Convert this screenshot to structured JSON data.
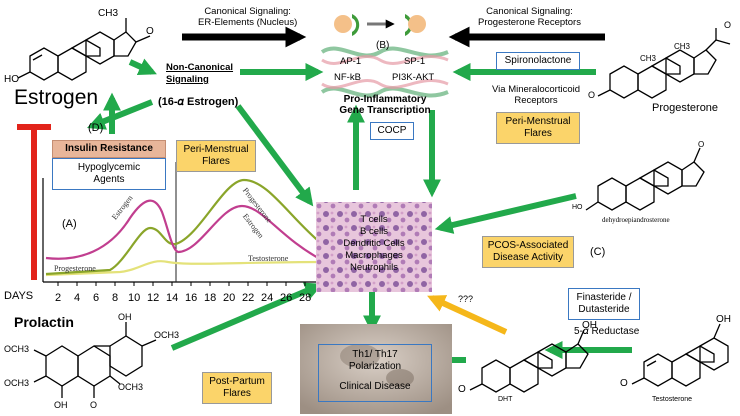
{
  "molecules": {
    "estrogen": "Estrogen",
    "estrogen_methyl": "CH3",
    "estrogen_oh": "HO",
    "progesterone": "Progesterone",
    "progesterone_methyl_1": "CH3",
    "progesterone_methyl_2": "CH3",
    "dhea": "dehydroepiandrosterone",
    "dhea_ho": "HO",
    "dht": "DHT",
    "testosterone": "Testosterone",
    "o_label": "O",
    "oh_label": "OH",
    "och3_label": "OCH3",
    "ho_label": "HO"
  },
  "signaling": {
    "canonical_er": [
      "Canonical Signaling:",
      "ER-Elements (Nucleus)"
    ],
    "canonical_pr": [
      "Canonical Signaling:",
      "Progesterone Receptors"
    ],
    "non_canonical": [
      "Non-Canonical",
      "Signaling"
    ],
    "estrogen_16a": "(16-𝛼 Estrogen)",
    "b_label": "(B)",
    "tf_ap1": "AP-1",
    "tf_sp1": "SP-1",
    "tf_nfkb": "NF-kB",
    "tf_pi3k": "PI3K-AKT",
    "pro_inflammatory": [
      "Pro-Inflammatory",
      "Gene Transcription"
    ],
    "spironolactone": "Spironolactone",
    "via_mineralocorticoid": [
      "Via Mineralocorticoid",
      "Receptors"
    ],
    "cocp": "COCP",
    "peri_menstrual_right": [
      "Peri-Menstrual",
      "Flares"
    ]
  },
  "left_panel": {
    "d_label": "(D)",
    "insulin_resistance": "Insulin Resistance",
    "hypoglycemic": [
      "Hypoglycemic",
      "Agents"
    ],
    "peri_menstrual_mid": [
      "Peri-Menstrual",
      "Flares"
    ],
    "a_label": "(A)",
    "days": "DAYS",
    "prolactin": "Prolactin",
    "curve_estrogen_1": "Estrogen",
    "curve_progesterone_top": "Progesterone",
    "curve_estrogen_2": "Estrogen",
    "curve_progesterone_bottom": "Progesterone",
    "curve_testosterone": "Testosterone",
    "day_ticks": [
      "2",
      "4",
      "6",
      "8",
      "10",
      "12",
      "14",
      "16",
      "18",
      "20",
      "22",
      "24",
      "26",
      "28"
    ]
  },
  "cells": {
    "items": [
      "T cells",
      "B cells",
      "Dendritic Cells",
      "Macrophages",
      "Neutrophils"
    ]
  },
  "right_panel": {
    "pcos": [
      "PCOS-Associated",
      "Disease Activity"
    ],
    "c_label": "(C)",
    "question": "???",
    "finasteride": [
      "Finasteride /",
      "Dutasteride"
    ],
    "five_alpha": "5-𝛼 Reductase"
  },
  "bottom": {
    "post_partum": [
      "Post-Partum",
      "Flares"
    ],
    "th": [
      "Th1/ Th17",
      "Polarization"
    ],
    "clinical": "Clinical Disease"
  },
  "colors": {
    "green_arrow": "#22a94b",
    "black_arrow": "#000000",
    "yellow_arrow": "#f5b71a",
    "red_bar": "#e2231a",
    "yellow_box": "#fbd46a",
    "blue_border": "#3a78c2",
    "estrogen_curve": "#c13e8f",
    "progesterone_curve": "#8aa52a",
    "testosterone_curve": "#e4e27a"
  }
}
